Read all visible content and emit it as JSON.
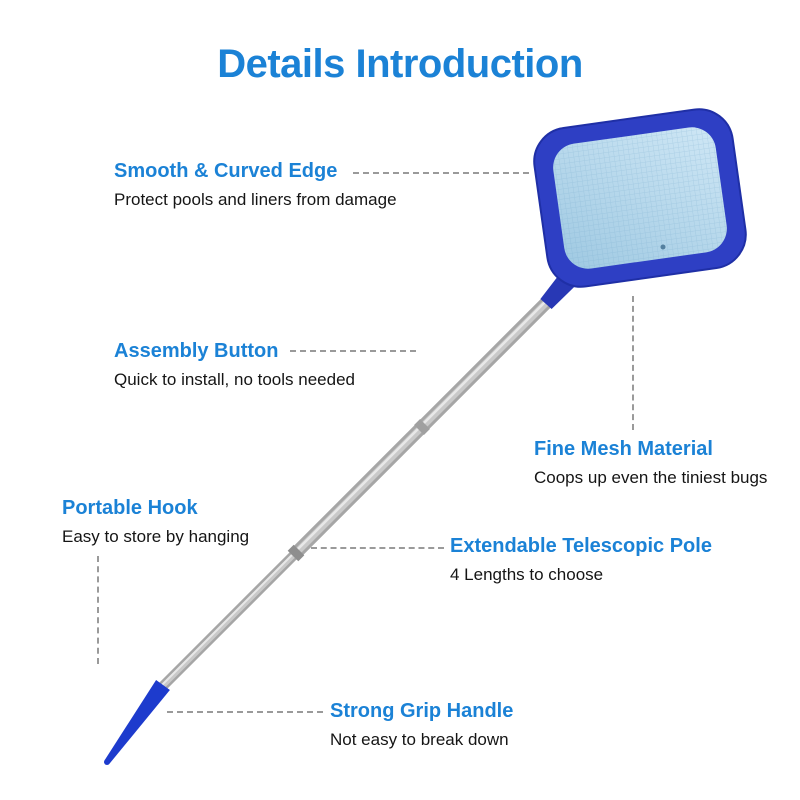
{
  "page": {
    "title": "Details Introduction"
  },
  "colors": {
    "accent_blue": "#1b82d6",
    "text_dark": "#151515",
    "line_gray": "#9a9a9a",
    "frame_blue": "#2e3fc4",
    "connector_blue": "#2838b5",
    "handle_blue": "#1d3bcd",
    "pole_gray": "#a6a6a6",
    "pole_gray_mid": "#c9c9c9",
    "pole_gray_light": "#e8e8e8"
  },
  "annotations": [
    {
      "title": "Smooth & Curved Edge",
      "subtitle": "Protect pools and liners from damage"
    },
    {
      "title": "Assembly Button",
      "subtitle": "Quick to install, no tools needed"
    },
    {
      "title": "Fine Mesh Material",
      "subtitle": "Coops up even the tiniest bugs"
    },
    {
      "title": "Portable Hook",
      "subtitle": "Easy to store by hanging"
    },
    {
      "title": "Extendable Telescopic Pole",
      "subtitle": "4 Lengths to choose"
    },
    {
      "title": "Strong Grip Handle",
      "subtitle": "Not easy to break down"
    }
  ]
}
